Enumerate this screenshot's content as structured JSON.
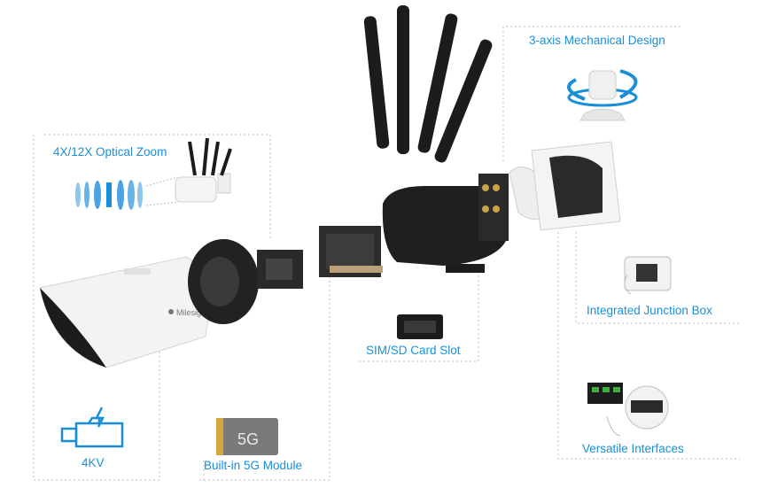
{
  "labels": {
    "optical_zoom": "4X/12X Optical Zoom",
    "mechanical": "3-axis Mechanical Design",
    "junction_box": "Integrated Junction Box",
    "sim_sd": "SIM/SD Card Slot",
    "interfaces": "Versatile Interfaces",
    "kv": "4KV",
    "module_5g": "Built-in 5G Module"
  },
  "brand_mark": "Milesight",
  "chip_text": "5G",
  "colors": {
    "accent": "#1a8fd8",
    "guide_line": "#c8c8c8",
    "housing": "#f2f2f2",
    "dark_part": "#1c1c1c"
  },
  "icons": [
    "lens-zoom-icon",
    "rotate-axis-icon",
    "junction-box-icon",
    "sim-card-icon",
    "interfaces-icon",
    "surge-protection-icon",
    "5g-module-icon"
  ]
}
